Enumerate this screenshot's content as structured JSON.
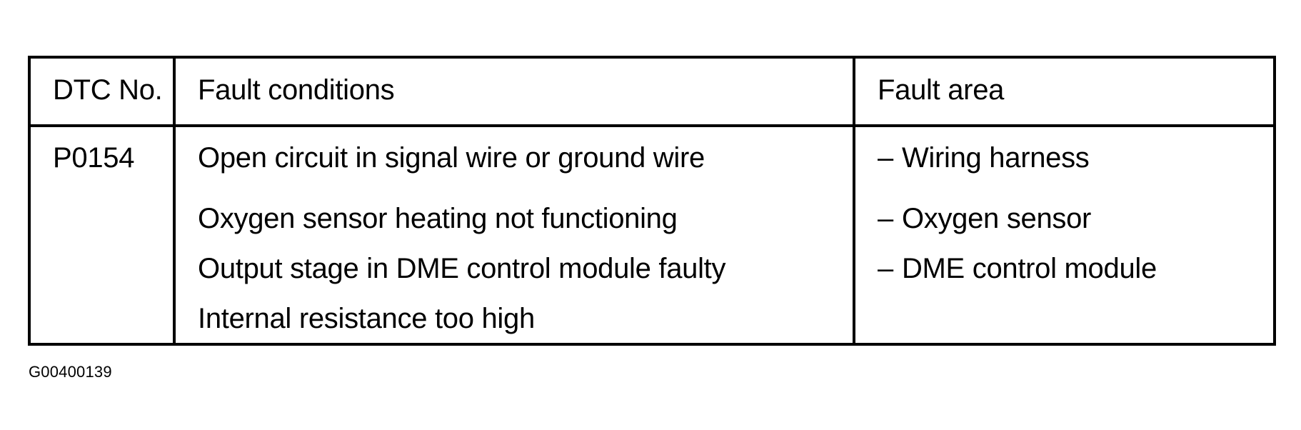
{
  "table": {
    "headers": {
      "dtc_no": "DTC No.",
      "fault_conditions": "Fault conditions",
      "fault_area": "Fault area"
    },
    "rows": [
      {
        "dtc_no": "P0154",
        "fault_conditions": [
          "Open circuit in signal wire or ground wire",
          "Oxygen sensor heating not functioning",
          "Output stage in DME control module faulty",
          "Internal resistance too high"
        ],
        "fault_area": [
          "Wiring harness",
          "Oxygen sensor",
          "DME control module"
        ],
        "bullet": "–"
      }
    ]
  },
  "figure_id": "G00400139"
}
